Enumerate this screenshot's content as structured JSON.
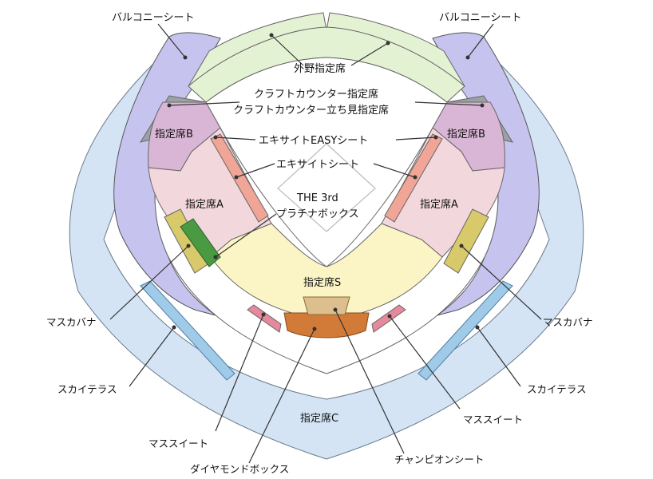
{
  "map": {
    "labels": {
      "balcony_left": "バルコニーシート",
      "balcony_right": "バルコニーシート",
      "outfield": "外野指定席",
      "craft1": "クラフトカウンター指定席",
      "craft2": "クラフトカウンター立ち見指定席",
      "easy": "エキサイトEASYシート",
      "excite": "エキサイトシート",
      "the3rd1": "THE 3rd",
      "the3rd2": "プラチナボックス",
      "b_left": "指定席B",
      "b_right": "指定席B",
      "a_left": "指定席A",
      "a_right": "指定席A",
      "s": "指定席S",
      "c": "指定席C",
      "masukabana_left": "マスカバナ",
      "masukabana_right": "マスカバナ",
      "sky_left": "スカイテラス",
      "sky_right": "スカイテラス",
      "masu_left": "マススイート",
      "masu_right": "マススイート",
      "diamond": "ダイヤモンドボックス",
      "champion": "チャンピオンシート"
    },
    "colors": {
      "balcony": "#c7c3ef",
      "outer_ring": "#d4e4f5",
      "outfield": "#e4f2d4",
      "seat_b": "#d9b6d6",
      "seat_a": "#f2d7dd",
      "seat_s": "#fbf4c5",
      "excite": "#f0a596",
      "craft": "#9aa2a6",
      "masukabana": "#d8c96a",
      "sky": "#9fcbe8",
      "masu_suite": "#e6899c",
      "diamond": "#d27a37",
      "champion": "#dcbf8c",
      "the3rd": "#4a9a44"
    }
  }
}
